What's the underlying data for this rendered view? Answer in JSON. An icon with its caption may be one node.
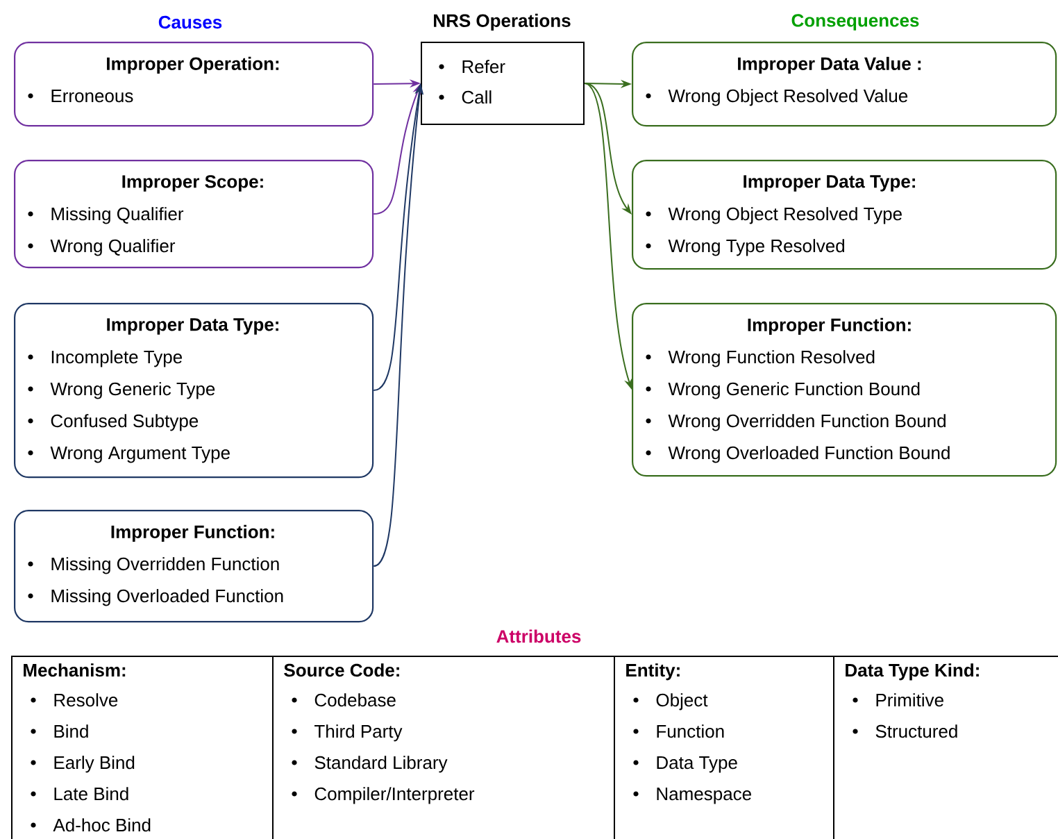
{
  "diagram": {
    "nodes": [
      {
        "text": [
          "Improper Operation:",
          "Erroneous"
        ]
      },
      {
        "text": [
          "Improper Scope:",
          "Missing Qualifier",
          "Wrong Qualifier"
        ]
      },
      {
        "text": [
          "Improper Data Type:",
          "Incomplete Type",
          "Wrong Generic Type",
          "Confused Subtype",
          "Wrong Argument Type"
        ]
      },
      {
        "text": [
          "Improper Function:",
          "Missing Overridden Function",
          "Missing Overloaded Function"
        ]
      },
      {
        "text": [
          "NRS Operations",
          "Refer",
          "Call"
        ]
      },
      {
        "text": [
          "Improper Data Value :",
          "Wrong Object Resolved Value"
        ]
      },
      {
        "text": [
          "Improper Data Type:",
          "Wrong Object Resolved Type",
          "Wrong Type Resolved"
        ]
      },
      {
        "text": [
          "Improper Function:",
          "Wrong Function Resolved",
          "Wrong Generic Function Bound",
          "Wrong Overridden Function Bound",
          "Wrong Overloaded Function Bound"
        ]
      },
      {
        "text": [
          "Mechanism:",
          "Resolve",
          "Bind",
          "Early Bind",
          "Late Bind",
          "Ad-hoc Bind"
        ]
      },
      {
        "text": [
          "Source Code:",
          "Codebase",
          "Third Party",
          "Standard Library",
          "Compiler/Interpreter"
        ]
      },
      {
        "text": [
          "Entity:",
          "Object",
          "Function",
          "Data Type",
          "Namespace"
        ]
      },
      {
        "text": [
          "Data Type Kind:",
          "Primitive",
          "Structured"
        ]
      }
    ],
    "edges": [
      {
        "from": 0,
        "to": 4,
        "arrow": "to",
        "color": "#7030a0"
      },
      {
        "from": 1,
        "to": 4,
        "arrow": "to",
        "color": "#7030a0"
      },
      {
        "from": 2,
        "to": 4,
        "arrow": "to",
        "color": "#1f3864"
      },
      {
        "from": 3,
        "to": 4,
        "arrow": "to",
        "color": "#1f3864"
      },
      {
        "from": 4,
        "to": 5,
        "arrow": "to",
        "color": "#3a6e1f"
      },
      {
        "from": 4,
        "to": 6,
        "arrow": "to",
        "color": "#3a6e1f"
      },
      {
        "from": 4,
        "to": 7,
        "arrow": "to",
        "color": "#3a6e1f"
      }
    ],
    "labels": [
      "Causes",
      "Consequences",
      "Attributes"
    ]
  }
}
